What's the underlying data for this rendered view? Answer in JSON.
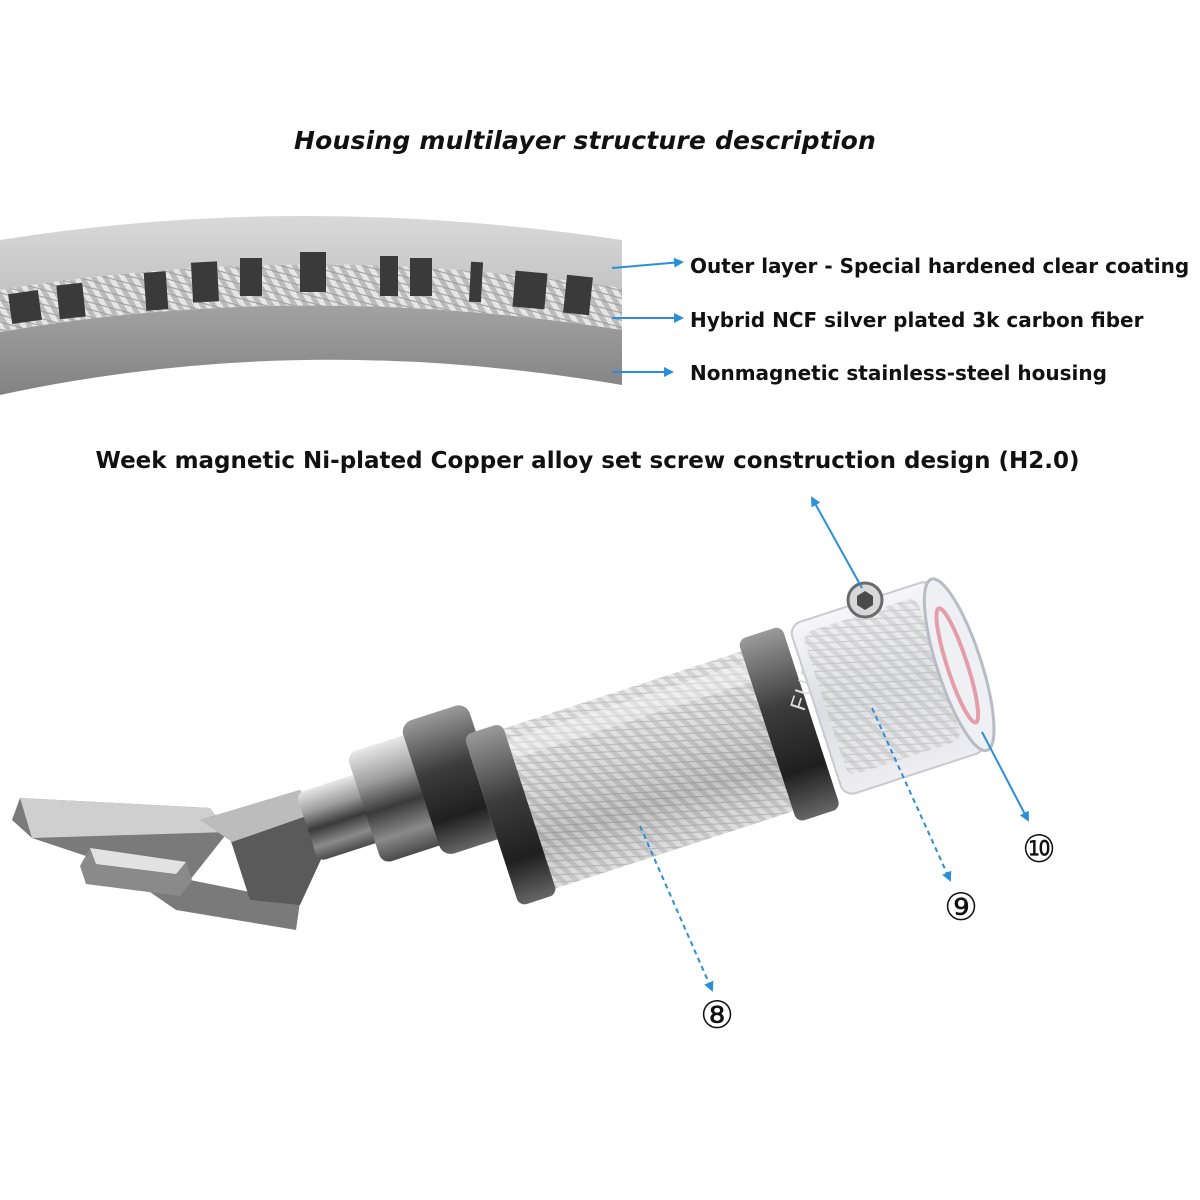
{
  "header": {
    "title": "Housing multilayer structure description"
  },
  "layers": [
    {
      "label": "Outer layer - Special hardened clear coating"
    },
    {
      "label": "Hybrid NCF silver plated 3k carbon fiber"
    },
    {
      "label": "Nonmagnetic stainless-steel housing"
    }
  ],
  "construction": {
    "title": "Week magnetic Ni-plated Copper alloy set screw construction design (H2.0)",
    "brand_mark": "FURU",
    "callouts": [
      "⑧",
      "⑨",
      "⑩"
    ]
  },
  "colors": {
    "arrow": "#2a8fd8",
    "coating": "#cfcfcf",
    "steel": "#8f8f8f",
    "carbon_dark": "#333333"
  }
}
